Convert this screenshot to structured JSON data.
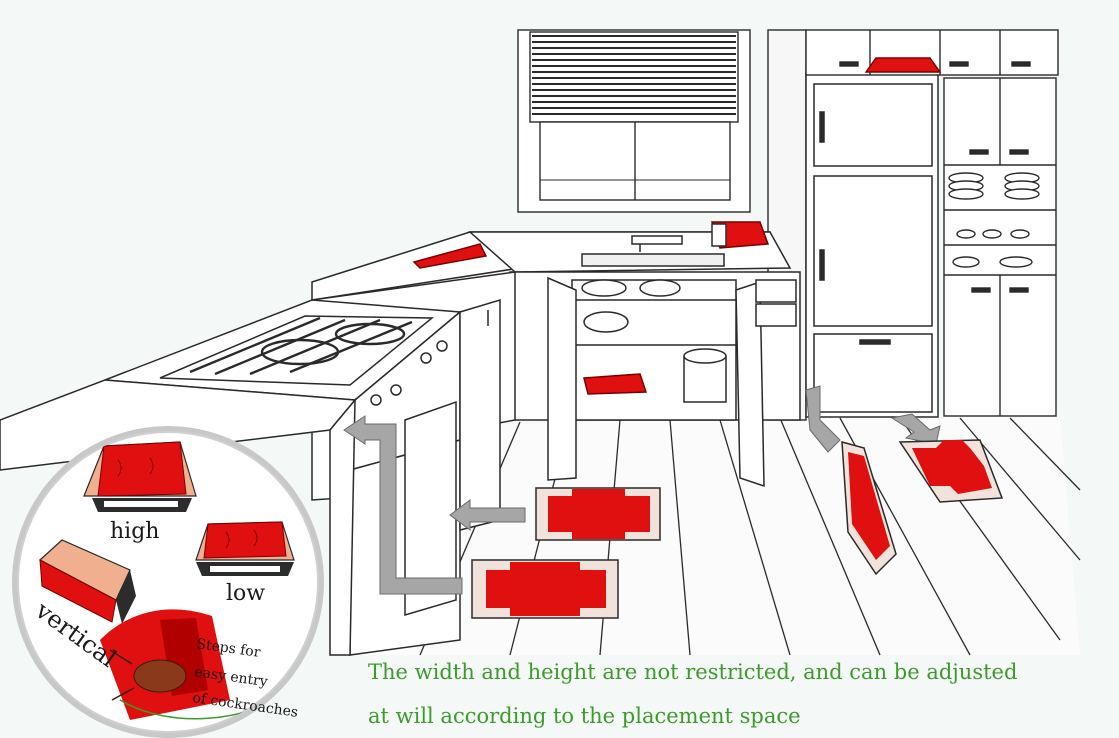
{
  "inset": {
    "label_high": "high",
    "label_low": "low",
    "label_vertical": "vertical",
    "steps_line1": "Steps for",
    "steps_line2": "easy entry",
    "steps_line3": "of cockroaches"
  },
  "caption": {
    "line1": "The width and height are not restricted, and can be adjusted",
    "line2": "at will according to the placement space"
  },
  "colors": {
    "trap_red": "#e01010",
    "trap_skin": "#f0b090",
    "arrow_gray": "#a6a6a6",
    "caption_green": "#3f9a2e",
    "line": "#2a2a2a"
  }
}
